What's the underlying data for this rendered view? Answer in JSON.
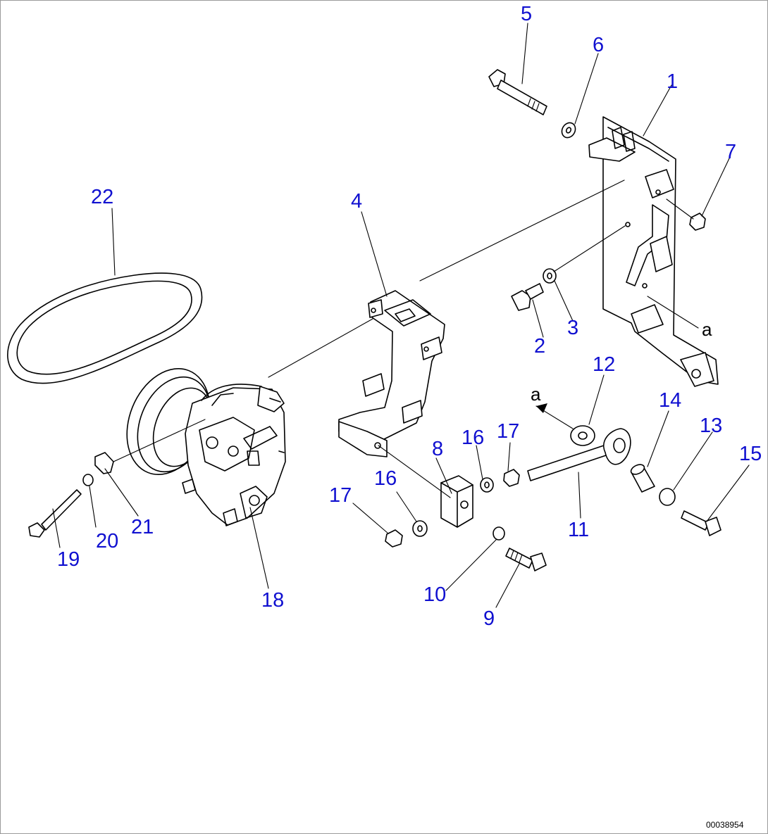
{
  "callouts": [
    {
      "id": "p1",
      "text": "1"
    },
    {
      "id": "p2",
      "text": "2"
    },
    {
      "id": "p3",
      "text": "3"
    },
    {
      "id": "p4",
      "text": "4"
    },
    {
      "id": "p5",
      "text": "5"
    },
    {
      "id": "p6",
      "text": "6"
    },
    {
      "id": "p7",
      "text": "7"
    },
    {
      "id": "p8",
      "text": "8"
    },
    {
      "id": "p9",
      "text": "9"
    },
    {
      "id": "p10",
      "text": "10"
    },
    {
      "id": "p11",
      "text": "11"
    },
    {
      "id": "p12",
      "text": "12"
    },
    {
      "id": "p13",
      "text": "13"
    },
    {
      "id": "p14",
      "text": "14"
    },
    {
      "id": "p15",
      "text": "15"
    },
    {
      "id": "p16a",
      "text": "16"
    },
    {
      "id": "p16b",
      "text": "16"
    },
    {
      "id": "p17a",
      "text": "17"
    },
    {
      "id": "p17b",
      "text": "17"
    },
    {
      "id": "p18",
      "text": "18"
    },
    {
      "id": "p19",
      "text": "19"
    },
    {
      "id": "p20",
      "text": "20"
    },
    {
      "id": "p21",
      "text": "21"
    },
    {
      "id": "p22",
      "text": "22"
    }
  ],
  "reference_marks": [
    {
      "id": "a1",
      "text": "a"
    },
    {
      "id": "a2",
      "text": "a"
    }
  ],
  "drawing_code": "00038954",
  "colors": {
    "callout": "#1010d0",
    "line": "#000000",
    "background": "#ffffff"
  }
}
